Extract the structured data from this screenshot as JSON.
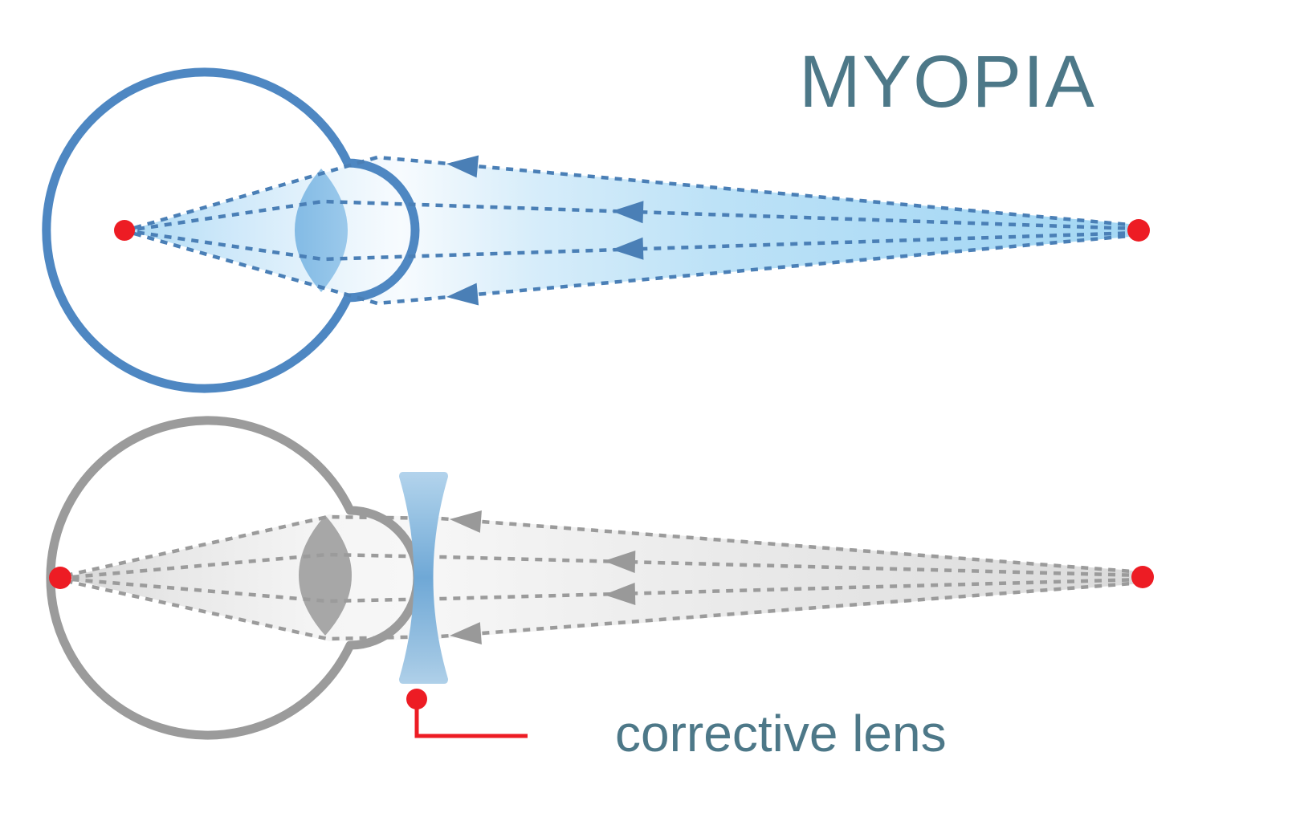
{
  "title": "MYOPIA",
  "labels": {
    "corrective_lens": "corrective lens"
  },
  "colors": {
    "background": "#FFFFFF",
    "eye_outline_blue": "#4E87C2",
    "ray_blue": "#4A7FB6",
    "lens_blue": "#8FC1E7",
    "beam_blue": "#A5D8F4",
    "eye_outline_gray": "#9B9B9B",
    "ray_gray": "#999999",
    "lens_gray": "#A7A7A7",
    "beam_gray": "#DBDBDB",
    "corrective_lens_blue": "#6FA8D6",
    "focal_dot_red": "#ED1C24",
    "text_teal": "#4D7888"
  },
  "diagram": {
    "type": "ophthalmology-schematic",
    "panels": [
      {
        "id": "myopic-eye-uncorrected",
        "eye_color_name": "blue",
        "elements": [
          "eyeball",
          "cornea",
          "crystalline-lens",
          "converging-light-beam",
          "4-dashed-rays",
          "4-left-arrowheads",
          "focal-point-inside-eye",
          "distant-object-point"
        ]
      },
      {
        "id": "myopic-eye-with-corrective-lens",
        "eye_color_name": "gray",
        "elements": [
          "eyeball",
          "cornea",
          "crystalline-lens",
          "concave-corrective-lens",
          "converging-light-beam",
          "4-dashed-rays",
          "4-left-arrowheads",
          "focal-point-on-retina",
          "distant-object-point",
          "corrective-lens-callout"
        ]
      }
    ]
  }
}
